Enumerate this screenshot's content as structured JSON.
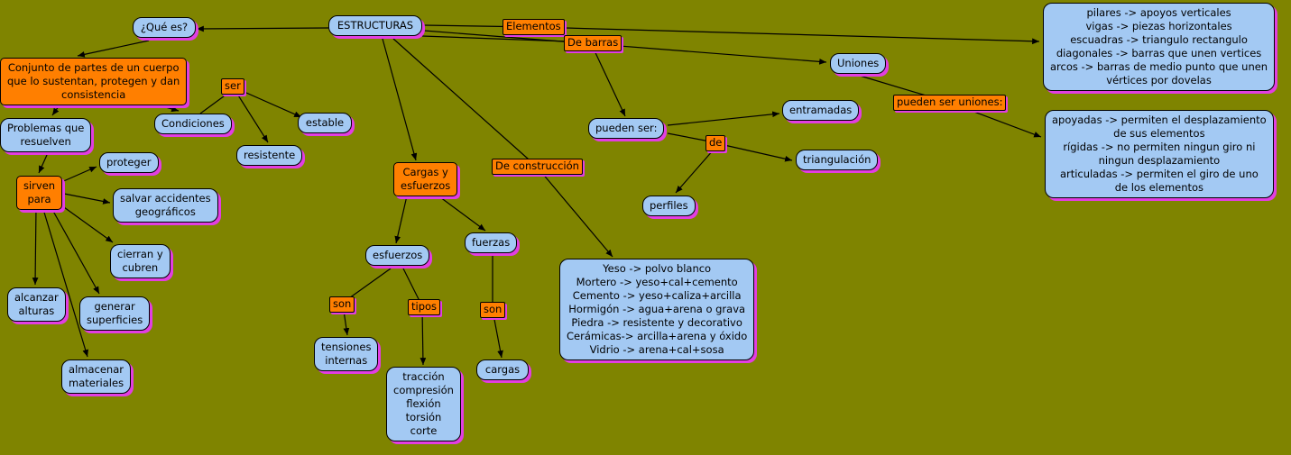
{
  "title": "Mapa conceptual: ESTRUCTURAS",
  "colors": {
    "background": "#7f8400",
    "node": "#a3c9f3",
    "accent": "#ff7f00",
    "shadow": "#e23ee2",
    "line": "#000000"
  },
  "nodes": {
    "estructuras": "ESTRUCTURAS",
    "que_es": "¿Qué es?",
    "conjunto": "Conjunto de partes de un cuerpo\nque lo sustentan, protegen y dan\nconsistencia",
    "problemas": "Problemas que\nresuelven",
    "condiciones": "Condiciones",
    "ser": "ser",
    "estable": "estable",
    "resistente": "resistente",
    "proteger": "proteger",
    "sirven_para": "sirven\npara",
    "salvar": "salvar accidentes\ngeográficos",
    "cierran": "cierran y\ncubren",
    "alcanzar": "alcanzar\nalturas",
    "generar": "generar\nsuperficies",
    "almacenar": "almacenar\nmateriales",
    "elementos": "Elementos",
    "elementos_detail": "pilares -> apoyos verticales\nvigas -> piezas horizontales\nescuadras -> triangulo rectangulo\ndiagonales -> barras que unen vertices\narcos -> barras de medio punto que unen\nvértices por dovelas",
    "de_barras": "De barras",
    "uniones": "Uniones",
    "pueden_ser_uniones": "pueden ser uniones:",
    "uniones_detail": "apoyadas -> permiten el desplazamiento\nde sus elementos\nrígidas -> no permiten ningun giro ni\nningun desplazamiento\narticuladas -> permiten el giro de uno\nde los elementos",
    "pueden_ser": "pueden ser:",
    "entramadas": "entramadas",
    "de": "de",
    "triangulacion": "triangulación",
    "perfiles": "perfiles",
    "cargas_esfuerzos": "Cargas y\nesfuerzos",
    "de_construccion": "De construcción",
    "esfuerzos": "esfuerzos",
    "fuerzas": "fuerzas",
    "son_esfuerzos": "son",
    "tipos": "tipos",
    "son_fuerzas": "son",
    "tensiones": "tensiones\ninternas",
    "traccion": "tracción\ncompresión\nflexión\ntorsión\ncorte",
    "cargas": "cargas",
    "materiales_detail": "Yeso -> polvo blanco\nMortero -> yeso+cal+cemento\nCemento -> yeso+caliza+arcilla\nHormigón -> agua+arena o grava\nPiedra -> resistente y decorativo\nCerámicas-> arcilla+arena y óxido\nVidrio -> arena+cal+sosa"
  },
  "edges": [
    {
      "from": "ESTRUCTURAS",
      "to": "¿Qué es?"
    },
    {
      "from": "¿Qué es?",
      "to": "Conjunto de partes de un cuerpo..."
    },
    {
      "from": "Conjunto de partes...",
      "to": "Problemas que resuelven"
    },
    {
      "from": "Conjunto de partes...",
      "to": "Condiciones"
    },
    {
      "from": "Condiciones",
      "label": "ser",
      "to": "estable"
    },
    {
      "from": "Condiciones",
      "label": "ser",
      "to": "resistente"
    },
    {
      "from": "Problemas que resuelven",
      "label": "sirven para",
      "to": "proteger"
    },
    {
      "from": "Problemas que resuelven",
      "label": "sirven para",
      "to": "salvar accidentes geográficos"
    },
    {
      "from": "Problemas que resuelven",
      "label": "sirven para",
      "to": "cierran y cubren"
    },
    {
      "from": "Problemas que resuelven",
      "label": "sirven para",
      "to": "alcanzar alturas"
    },
    {
      "from": "Problemas que resuelven",
      "label": "sirven para",
      "to": "generar superficies"
    },
    {
      "from": "Problemas que resuelven",
      "label": "sirven para",
      "to": "almacenar materiales"
    },
    {
      "from": "ESTRUCTURAS",
      "label": "Elementos",
      "to": "pilares/vigas/escuadras/diagonales/arcos"
    },
    {
      "from": "ESTRUCTURAS",
      "to": "Uniones"
    },
    {
      "from": "Uniones",
      "label": "pueden ser uniones:",
      "to": "apoyadas/rígidas/articuladas"
    },
    {
      "from": "ESTRUCTURAS",
      "label": "De barras",
      "to": "pueden ser:"
    },
    {
      "from": "pueden ser:",
      "to": "entramadas"
    },
    {
      "from": "pueden ser:",
      "label": "de",
      "to": "triangulación"
    },
    {
      "from": "de",
      "to": "perfiles"
    },
    {
      "from": "ESTRUCTURAS",
      "to": "Cargas y esfuerzos"
    },
    {
      "from": "ESTRUCTURAS",
      "label": "De construcción",
      "to": "Yeso/Mortero/Cemento/Hormigón/Piedra/Cerámicas/Vidrio"
    },
    {
      "from": "Cargas y esfuerzos",
      "to": "esfuerzos"
    },
    {
      "from": "Cargas y esfuerzos",
      "to": "fuerzas"
    },
    {
      "from": "esfuerzos",
      "label": "son",
      "to": "tensiones internas"
    },
    {
      "from": "esfuerzos",
      "label": "tipos",
      "to": "tracción/compresión/flexión/torsión/corte"
    },
    {
      "from": "fuerzas",
      "label": "son",
      "to": "cargas"
    }
  ]
}
